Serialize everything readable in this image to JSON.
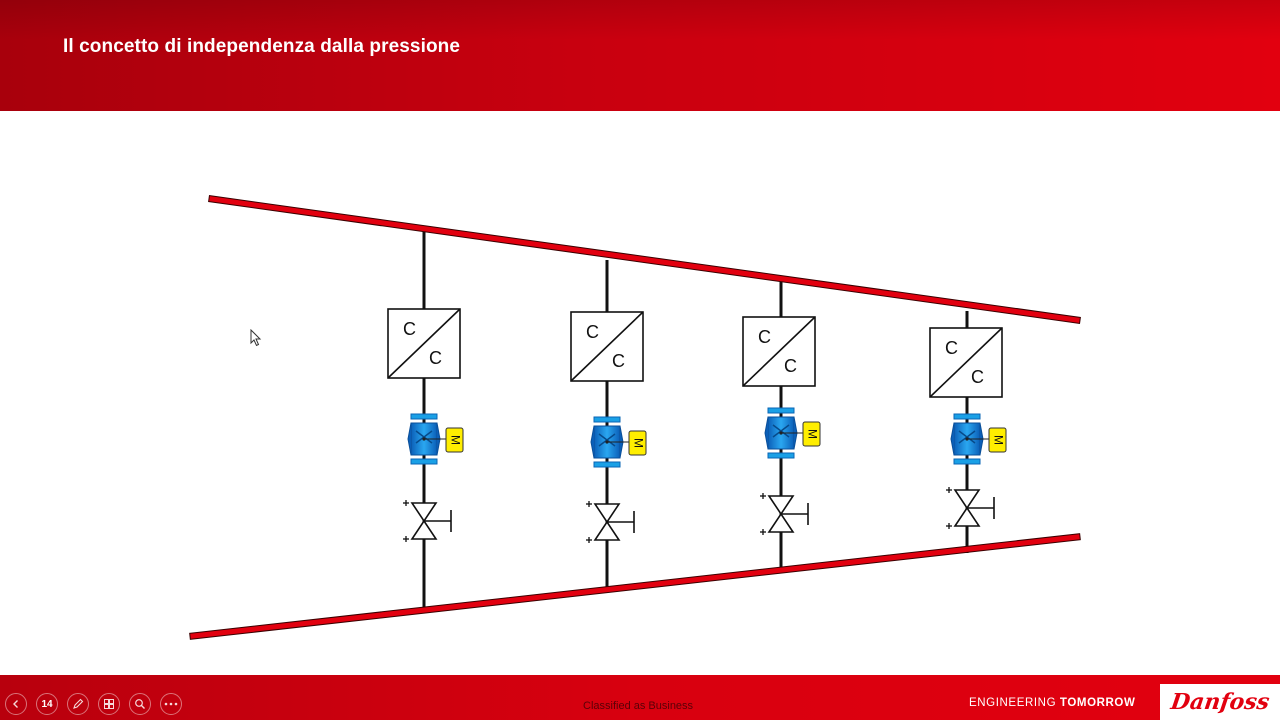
{
  "slide": {
    "title": "Il concetto di independenza dalla pressione"
  },
  "diagram": {
    "unit_labels": {
      "top": "C",
      "bottom": "C"
    },
    "actuator_label": "M",
    "unit_count": 4
  },
  "footer": {
    "slide_number": "14",
    "classification": "Classified as Business",
    "tagline_light": "ENGINEERING",
    "tagline_bold": "TOMORROW",
    "logo": "Danfoss"
  },
  "colors": {
    "header_red": "#e2000f",
    "pipe_red": "#e2000f",
    "valve_blue": "#1f8fd8",
    "actuator_yellow": "#ffee00"
  },
  "icons": {
    "prev": "chevron-left-icon",
    "slide_nav": "slide-number-icon",
    "pen": "pen-icon",
    "slides": "slides-grid-icon",
    "zoom": "zoom-icon",
    "more": "more-icon"
  }
}
